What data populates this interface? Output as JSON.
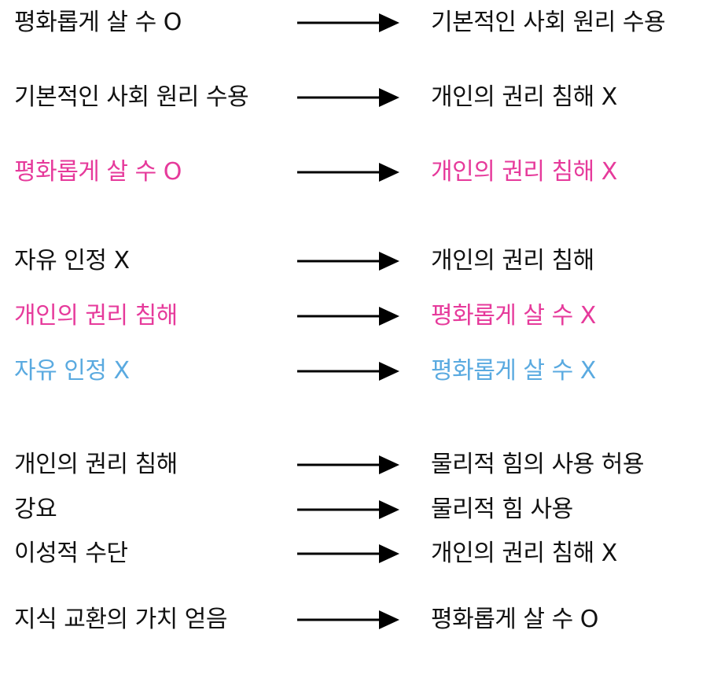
{
  "colors": {
    "default": "#111111",
    "pink": "#e63a9b",
    "blue": "#5aaae0",
    "arrow": "#000000"
  },
  "rules": [
    {
      "premise": "평화롭게 살 수 O",
      "conclusion": "기본적인 사회 원리 수용",
      "color": "black"
    },
    {
      "premise": "기본적인 사회 원리 수용",
      "conclusion": "개인의 권리 침해 X",
      "color": "black"
    },
    {
      "premise": "평화롭게 살 수 O",
      "conclusion": "개인의 권리 침해 X",
      "color": "pink"
    },
    {
      "premise": "자유 인정 X",
      "conclusion": "개인의 권리 침해",
      "color": "black"
    },
    {
      "premise": "개인의 권리 침해",
      "conclusion": "평화롭게 살 수 X",
      "color": "pink"
    },
    {
      "premise": "자유 인정 X",
      "conclusion": "평화롭게 살 수 X",
      "color": "blue"
    },
    {
      "premise": "개인의 권리 침해",
      "conclusion": "물리적 힘의 사용 허용",
      "color": "black"
    },
    {
      "premise": "강요",
      "conclusion": "물리적 힘 사용",
      "color": "black"
    },
    {
      "premise": "이성적 수단",
      "conclusion": "개인의 권리 침해 X",
      "color": "black"
    },
    {
      "premise": "지식 교환의 가치 얻음",
      "conclusion": "평화롭게 살 수 O",
      "color": "black"
    }
  ]
}
